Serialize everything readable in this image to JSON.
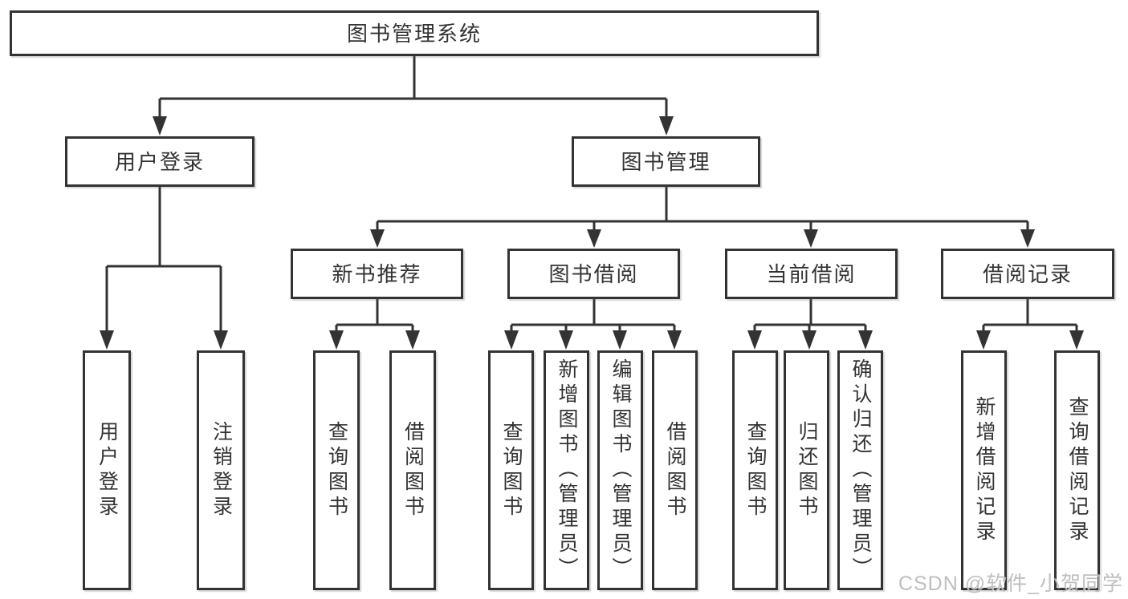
{
  "nodes": {
    "root": {
      "label": "图书管理系统"
    },
    "level2": [
      {
        "label": "用户登录"
      },
      {
        "label": "图书管理"
      }
    ],
    "level3": [
      {
        "label": "新书推荐"
      },
      {
        "label": "图书借阅"
      },
      {
        "label": "当前借阅"
      },
      {
        "label": "借阅记录"
      }
    ],
    "leaves": [
      {
        "label": "用户登录"
      },
      {
        "label": "注销登录"
      },
      {
        "label": "查询图书"
      },
      {
        "label": "借阅图书"
      },
      {
        "label": "查询图书"
      },
      {
        "label": "新增图书（管理员）"
      },
      {
        "label": "编辑图书（管理员）"
      },
      {
        "label": "借阅图书"
      },
      {
        "label": "查询图书"
      },
      {
        "label": "归还图书"
      },
      {
        "label": "确认归还（管理员）"
      },
      {
        "label": "新增借阅记录"
      },
      {
        "label": "查询借阅记录"
      }
    ]
  },
  "watermark": "CSDN @软件_小贺同学",
  "colors": {
    "line": "#333333",
    "text": "#333333",
    "box_background": "#ffffff",
    "page_background": "#ffffff",
    "watermark": "#b9b9b9"
  }
}
